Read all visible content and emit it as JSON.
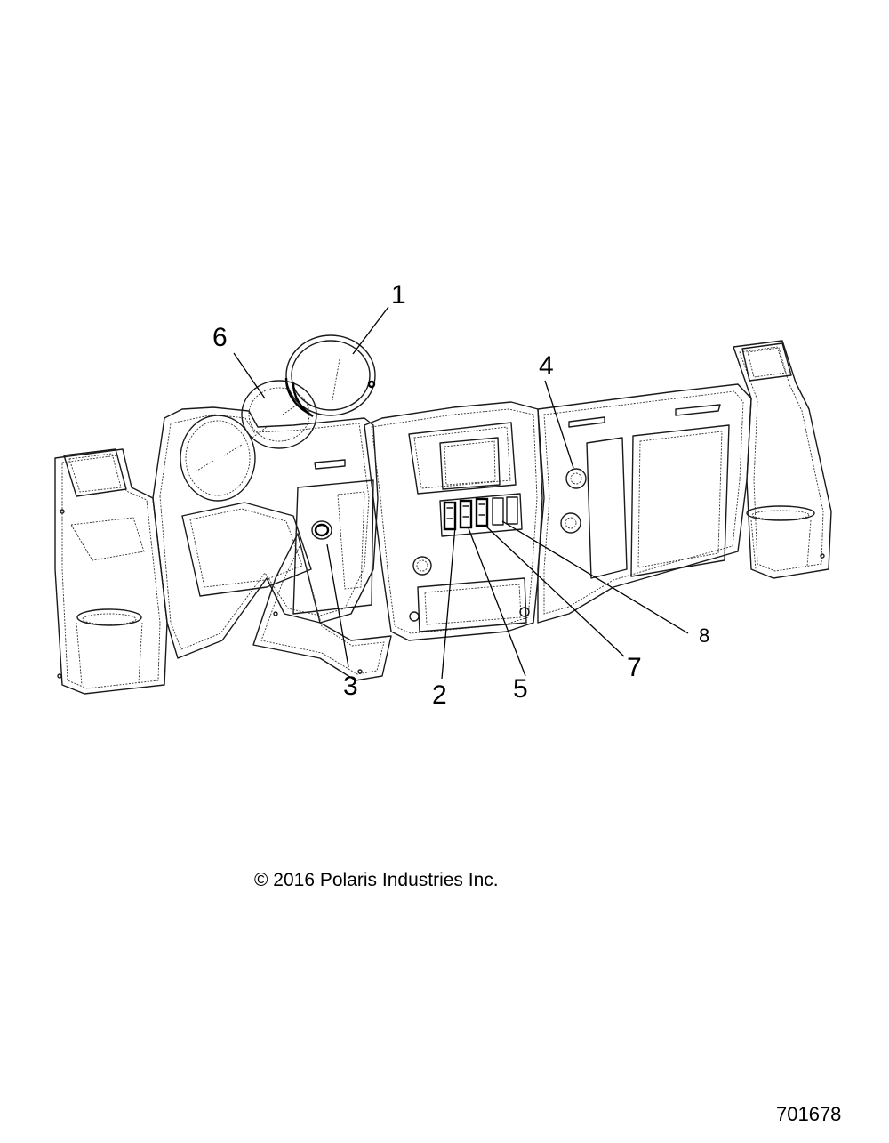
{
  "diagram": {
    "callouts": [
      "1",
      "2",
      "3",
      "4",
      "5",
      "6",
      "7",
      "8"
    ]
  },
  "footer": {
    "copyright": "© 2016 Polaris Industries Inc.",
    "figure_number": "701678"
  }
}
